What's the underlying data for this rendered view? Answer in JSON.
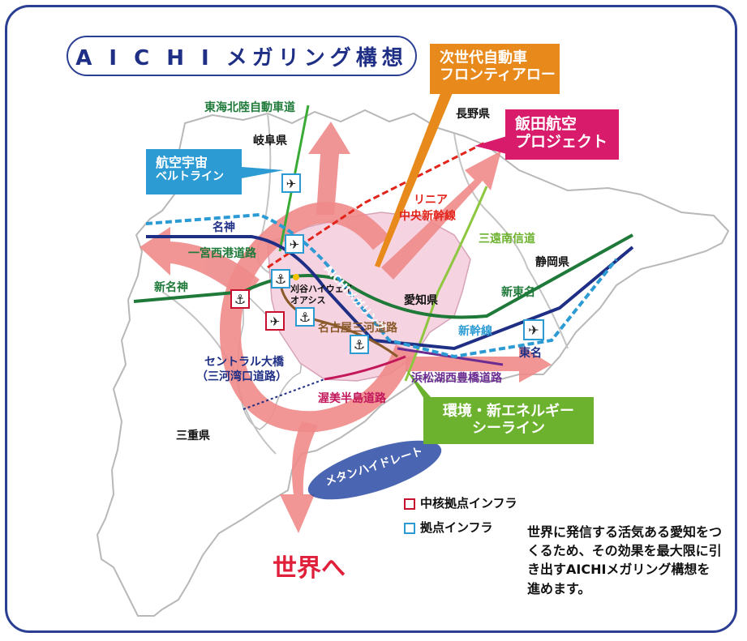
{
  "title": "A I C H I メガリング構想",
  "callouts": {
    "next_gen": [
      "次世代自動車",
      "フロンティアロード"
    ],
    "iida": [
      "飯田航空",
      "プロジェクト"
    ],
    "aero": [
      "航空宇宙",
      "ベルトライン"
    ],
    "env": [
      "環境・新エネルギー",
      "シーライン"
    ]
  },
  "prefectures": {
    "gifu": "岐阜県",
    "nagano": "長野県",
    "shizuoka": "静岡県",
    "aichi": "愛知県",
    "mie": "三重県"
  },
  "routes": {
    "tokai_hokuriku": "東海北陸自動車道",
    "meishin": "名神",
    "ichinomiya_port": "一宮西港道路",
    "shin_meishin": "新名神",
    "linear": [
      "リニア",
      "中央新幹線"
    ],
    "sanen": "三遠南信道",
    "shin_tomei": "新東名",
    "shinkansen": "新幹線",
    "tomei": "東名",
    "nagoya_mikawa": "名古屋三河道路",
    "hamamatsu": "浜松湖西豊橋道路",
    "atsumi": "渥美半島道路",
    "central_bridge": [
      "セントラル大橋",
      "（三河湾口道路）"
    ],
    "kariya": [
      "刈谷ハイウェイ",
      "オアシス"
    ],
    "megaring": "AICHIメガリング"
  },
  "methane": "メタンハイドレート",
  "to_world": "世界へ",
  "legend": {
    "core": "中核拠点インフラ",
    "base": "拠点インフラ"
  },
  "description": "世界に発信する活気ある愛知をつくるため、その効果を最大限に引き出すAICHIメガリング構想を進めます。",
  "colors": {
    "frame": "#2a3f93",
    "orange": "#e8891b",
    "magenta": "#d81b6a",
    "sky": "#2d9bd3",
    "green": "#6cb22e",
    "arrow": "#ef8a8a",
    "ring_fill": "#f6d3e0",
    "core_red": "#c8102e",
    "base_blue": "#2d9bd3"
  },
  "icons": [
    "airport-icon",
    "port-icon"
  ]
}
